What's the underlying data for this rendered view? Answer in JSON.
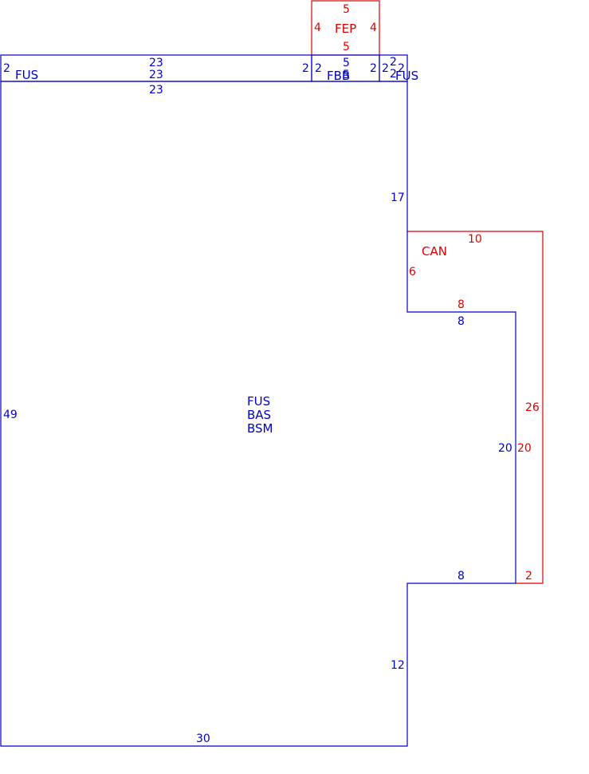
{
  "colors": {
    "blue": "#0000cc",
    "red": "#dd0000",
    "background": "#ffffff"
  },
  "areas": {
    "main": {
      "codes": [
        "FUS",
        "BAS",
        "BSM"
      ],
      "dims": {
        "top": "23",
        "bottom": "30",
        "left": "49",
        "right_upper": "17",
        "notch_top": "8",
        "notch_side": "20",
        "notch_bottom": "8",
        "right_lower": "12"
      }
    },
    "left_strip": {
      "code": "FUS",
      "dims": {
        "top": "23",
        "bottom": "23",
        "left": "2",
        "right": "2"
      }
    },
    "center_strip": {
      "code": "FBB",
      "dims": {
        "top": "5",
        "bottom": "5",
        "left": "2",
        "right": "2"
      }
    },
    "right_strip": {
      "code": "FUS",
      "dims": {
        "top": "2",
        "bottom": "2",
        "left": "2",
        "right": "2"
      }
    },
    "fep": {
      "code": "FEP",
      "dims": {
        "top": "5",
        "bottom": "5",
        "left": "4",
        "right": "4"
      }
    },
    "can": {
      "code": "CAN",
      "dims": {
        "top": "10",
        "left": "6",
        "inner_top": "8",
        "inner_side": "20",
        "right": "26",
        "bottom": "2"
      }
    }
  }
}
